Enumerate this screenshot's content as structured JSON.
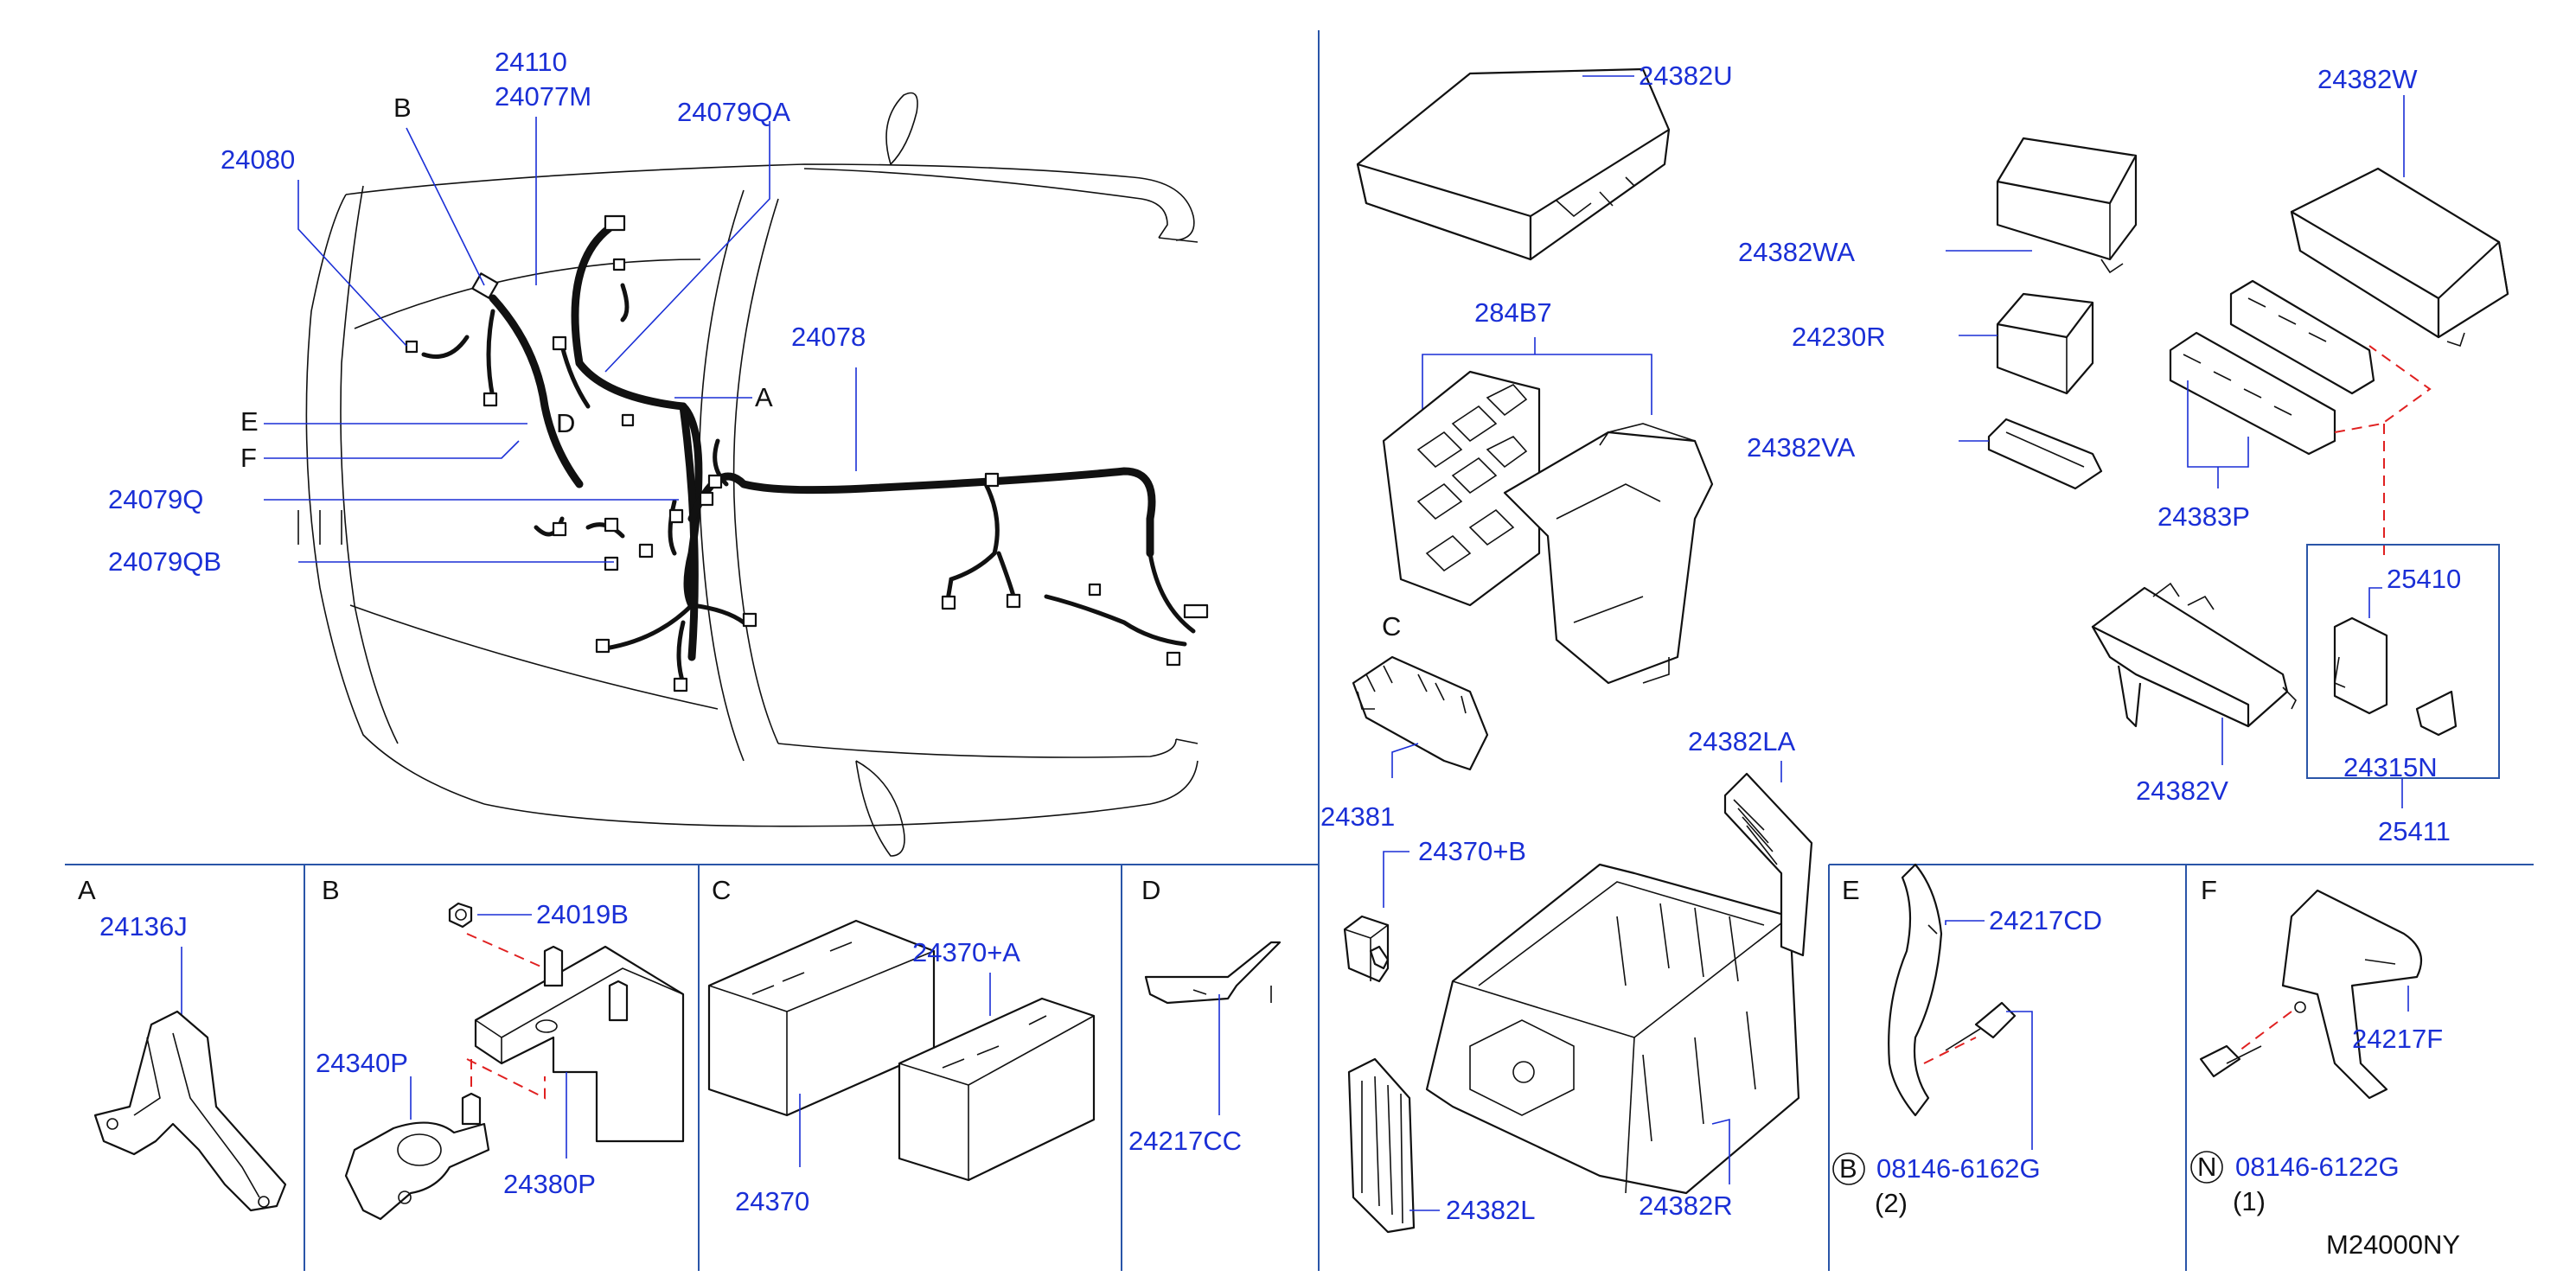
{
  "part_labels": {
    "p24110": "24110",
    "p24077M": "24077M",
    "p24079QA": "24079QA",
    "p24080": "24080",
    "p24078": "24078",
    "p24079Q": "24079Q",
    "p24079QB": "24079QB",
    "p24382U": "24382U",
    "p24382W": "24382W",
    "p24382WA": "24382WA",
    "p284B7": "284B7",
    "p24230R": "24230R",
    "p24382VA": "24382VA",
    "p24383P": "24383P",
    "p25410": "25410",
    "p24382V": "24382V",
    "p24315N": "24315N",
    "p25411": "25411",
    "p24381": "24381",
    "p24382LA": "24382LA",
    "p24370B": "24370+B",
    "p24382L": "24382L",
    "p24382R": "24382R",
    "p24136J": "24136J",
    "p24019B": "24019B",
    "p24340P": "24340P",
    "p24380P": "24380P",
    "p24370A": "24370+A",
    "p24370": "24370",
    "p24217CC": "24217CC",
    "p24217CD": "24217CD",
    "p08146_6162G": "08146-6162G",
    "p24217F": "24217F",
    "p08146_6122G": "08146-6122G"
  },
  "callout_letters": {
    "A": "A",
    "B": "B",
    "C": "C",
    "D": "D",
    "E": "E",
    "F": "F"
  },
  "section_titles": {
    "A": "A",
    "B": "B",
    "C": "C",
    "D": "D",
    "E": "E",
    "F": "F"
  },
  "circle_symbols": {
    "B": "B",
    "N": "N"
  },
  "quantity_notes": {
    "q2": "(2)",
    "q1": "(1)"
  },
  "drawing_code": "M24000NY",
  "colors": {
    "label_blue": "#1a2fd6",
    "divider_blue": "#2a55a8",
    "guide_red": "#e02020"
  }
}
